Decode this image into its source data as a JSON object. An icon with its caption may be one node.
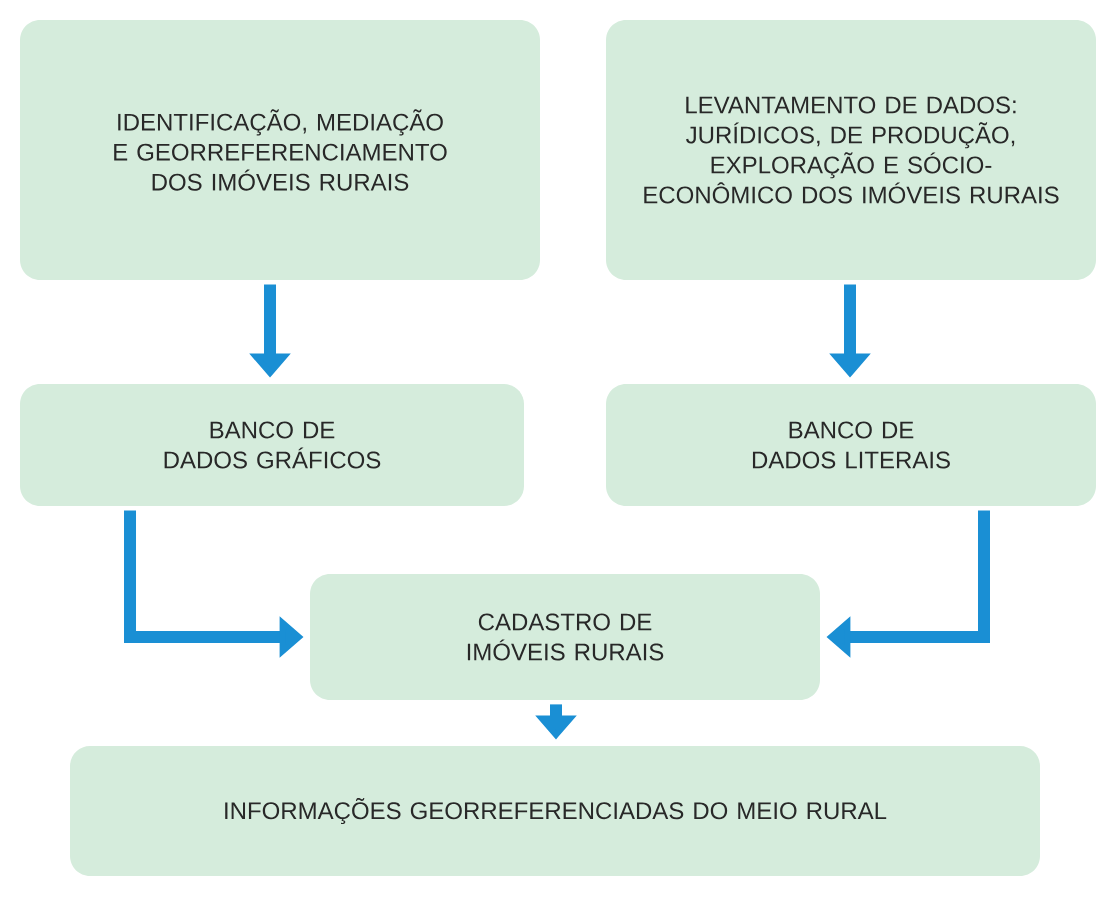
{
  "diagram": {
    "nodes": [
      {
        "text": [
          "IDENTIFICAÇÃO, MEDIAÇÃO E GEORREFERENCIAMENTO DOS IMÓVEIS RURAIS"
        ]
      },
      {
        "text": [
          "LEVANTAMENTO DE DADOS: JURÍDICOS, DE PRODUÇÃO, EXPLORAÇÃO E SÓCIO-ECONÔMICO DOS IMÓVEIS RURAIS"
        ]
      },
      {
        "text": [
          "BANCO DE DADOS GRÁFICOS"
        ]
      },
      {
        "text": [
          "BANCO DE DADOS LITERAIS"
        ]
      },
      {
        "text": [
          "CADASTRO DE IMÓVEIS RURAIS"
        ]
      },
      {
        "text": [
          "INFORMAÇÕES GEORREFERENCIADAS DO MEIO RURAL"
        ]
      }
    ],
    "edges": [
      {
        "from": 0,
        "to": 2,
        "arrow": "to"
      },
      {
        "from": 1,
        "to": 3,
        "arrow": "to"
      },
      {
        "from": 2,
        "to": 4,
        "arrow": "to"
      },
      {
        "from": 3,
        "to": 4,
        "arrow": "to"
      },
      {
        "from": 4,
        "to": 5,
        "arrow": "to"
      }
    ]
  }
}
